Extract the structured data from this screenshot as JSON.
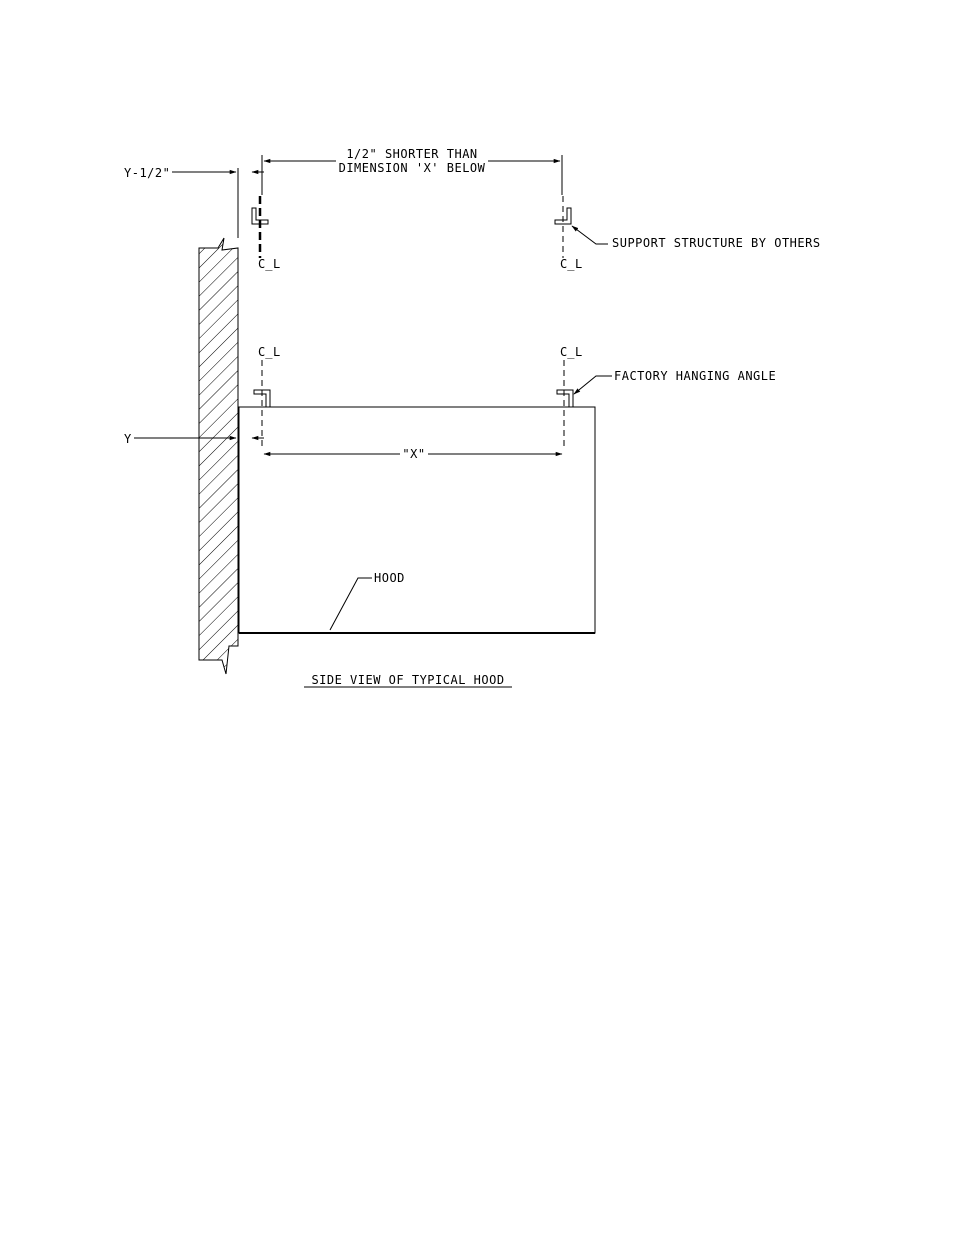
{
  "labels": {
    "top_dimension_line1": "1/2\" SHORTER THAN",
    "top_dimension_line2": "DIMENSION 'X' BELOW",
    "y_minus_half": "Y-1/2\"",
    "support_structure": "SUPPORT STRUCTURE BY OTHERS",
    "factory_hanging_angle": "FACTORY HANGING ANGLE",
    "y_label": "Y",
    "x_dimension": "\"X\"",
    "hood_label": "HOOD",
    "caption": "SIDE VIEW OF TYPICAL HOOD",
    "centerline_symbol": "C̲L"
  },
  "colors": {
    "line": "#000000",
    "background": "#ffffff"
  }
}
